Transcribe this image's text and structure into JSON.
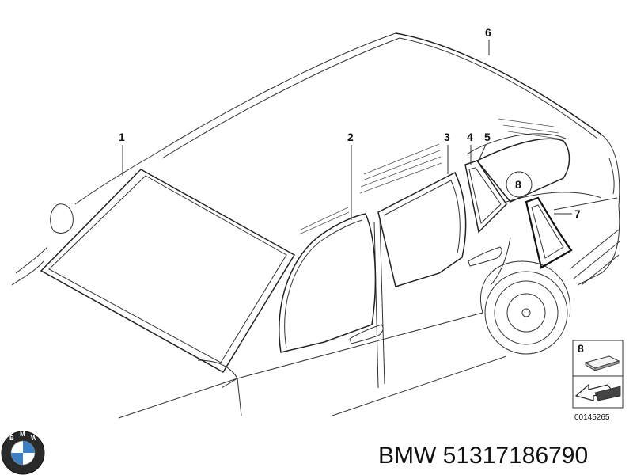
{
  "diagram": {
    "callouts": [
      "1",
      "2",
      "3",
      "4",
      "5",
      "6",
      "7",
      "8"
    ],
    "legend": {
      "number": "8",
      "ref_code": "00145265"
    }
  },
  "footer": {
    "brand_text": "BMW",
    "logo_letters": [
      "B",
      "M",
      "W"
    ],
    "part_label": "BMW 51317186790"
  }
}
